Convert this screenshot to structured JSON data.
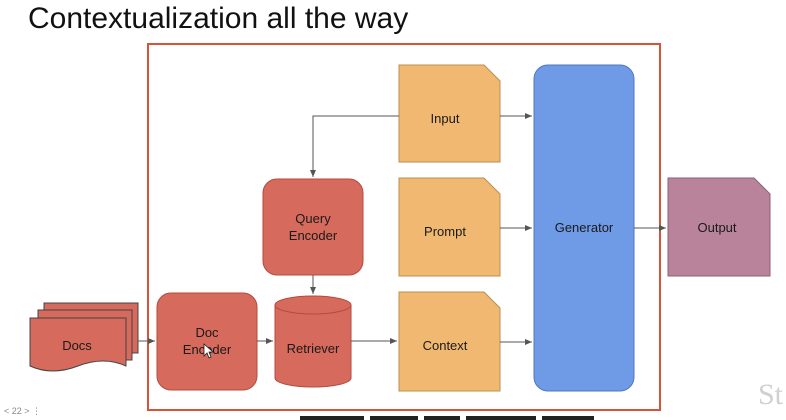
{
  "slide": {
    "title": "Contextualization all the way"
  },
  "nodes": {
    "docs": "Docs",
    "doc_encoder_line1": "Doc",
    "doc_encoder_line2": "Encoder",
    "retriever": "Retriever",
    "query_encoder_line1": "Query",
    "query_encoder_line2": "Encoder",
    "input": "Input",
    "prompt": "Prompt",
    "context": "Context",
    "generator": "Generator",
    "output": "Output"
  },
  "colors": {
    "red_box": "#d66a5c",
    "orange_doc": "#f1b872",
    "blue_generator": "#6f9ae6",
    "purple_output": "#b9849b",
    "frame": "#d9533b"
  },
  "watermark": "St",
  "player": {
    "controls": "< 22 > ⋮"
  }
}
